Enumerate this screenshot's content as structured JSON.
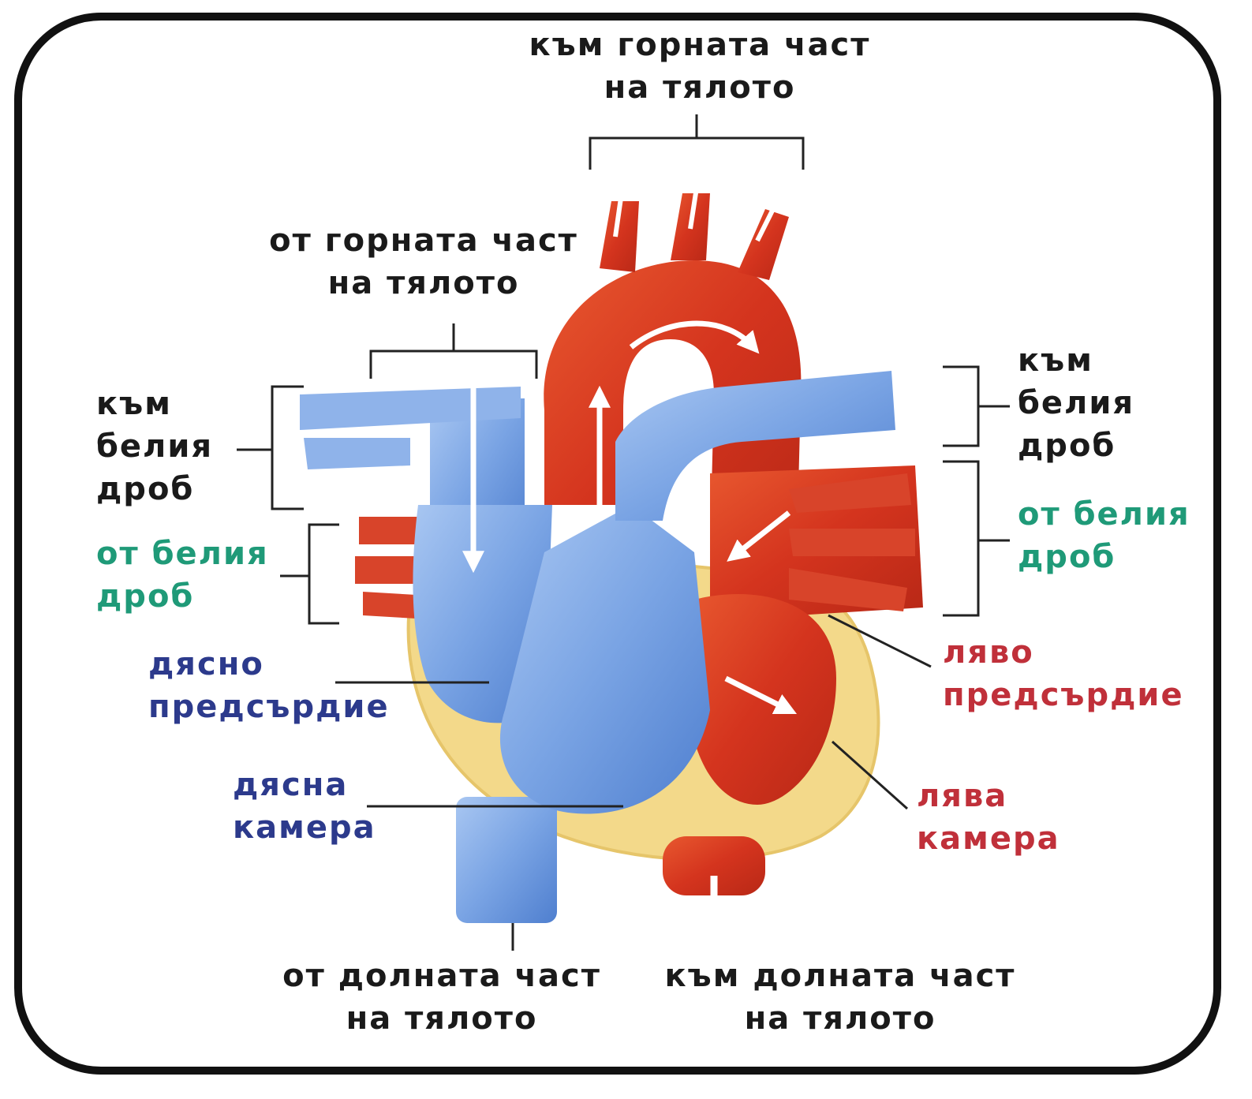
{
  "labels": {
    "to_upper_body": [
      "към горната част",
      "на тялото"
    ],
    "from_upper_body": [
      "от горната част",
      "на тялото"
    ],
    "to_lung_left": [
      "към",
      "белия",
      "дроб"
    ],
    "to_lung_right": [
      "към",
      "белия",
      "дроб"
    ],
    "from_lung_left": [
      "от белия",
      "дроб"
    ],
    "from_lung_right": [
      "от белия",
      "дроб"
    ],
    "right_atrium": [
      "дясно",
      "предсърдие"
    ],
    "right_ventricle": [
      "дясна",
      "камера"
    ],
    "left_atrium": [
      "ляво",
      "предсърдие"
    ],
    "left_ventricle": [
      "лява",
      "камера"
    ],
    "from_lower_body": [
      "от долната част",
      "на тялото"
    ],
    "to_lower_body": [
      "към долната част",
      "на тялото"
    ]
  },
  "colors": {
    "frame": "#111111",
    "oxygenated": "#d93a22",
    "deoxygenated": "#7fa8e6",
    "wall": "#f3d98a",
    "label_black": "#1a1a1a",
    "label_green": "#1f9a78",
    "label_blue": "#2c3a8c",
    "label_red": "#c0303a"
  }
}
